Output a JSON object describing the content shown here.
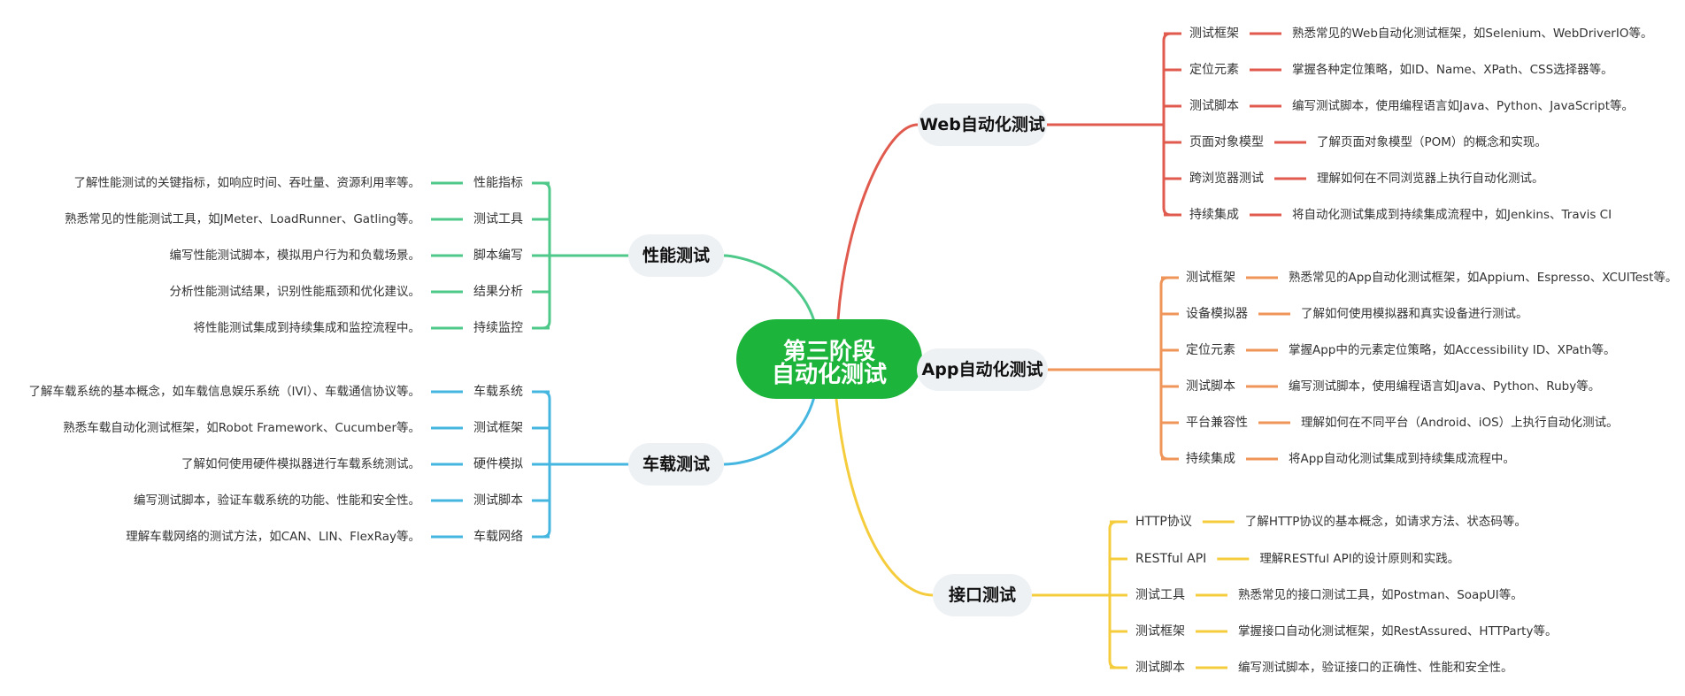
{
  "center": {
    "line1": "第三阶段",
    "line2": "自动化测试"
  },
  "colors": {
    "center_fill": "#1db43c",
    "branch_fill": "#eef1f4",
    "web": "#e05a4e",
    "app": "#f0955a",
    "api": "#f5cc3c",
    "perf": "#4ec98a",
    "vehicle": "#45b6e0"
  },
  "branches": [
    {
      "key": "web",
      "label": "Web自动化测试",
      "items": [
        {
          "label": "测试框架",
          "detail": "熟悉常见的Web自动化测试框架，如Selenium、WebDriverIO等。"
        },
        {
          "label": "定位元素",
          "detail": "掌握各种定位策略，如ID、Name、XPath、CSS选择器等。"
        },
        {
          "label": "测试脚本",
          "detail": "编写测试脚本，使用编程语言如Java、Python、JavaScript等。"
        },
        {
          "label": "页面对象模型",
          "detail": "了解页面对象模型（POM）的概念和实现。"
        },
        {
          "label": "跨浏览器测试",
          "detail": "理解如何在不同浏览器上执行自动化测试。"
        },
        {
          "label": "持续集成",
          "detail": "将自动化测试集成到持续集成流程中，如Jenkins、Travis CI"
        }
      ]
    },
    {
      "key": "app",
      "label": "App自动化测试",
      "items": [
        {
          "label": "测试框架",
          "detail": "熟悉常见的App自动化测试框架，如Appium、Espresso、XCUITest等。"
        },
        {
          "label": "设备模拟器",
          "detail": "了解如何使用模拟器和真实设备进行测试。"
        },
        {
          "label": "定位元素",
          "detail": "掌握App中的元素定位策略，如Accessibility ID、XPath等。"
        },
        {
          "label": "测试脚本",
          "detail": "编写测试脚本，使用编程语言如Java、Python、Ruby等。"
        },
        {
          "label": "平台兼容性",
          "detail": "理解如何在不同平台（Android、iOS）上执行自动化测试。"
        },
        {
          "label": "持续集成",
          "detail": "将App自动化测试集成到持续集成流程中。"
        }
      ]
    },
    {
      "key": "api",
      "label": "接口测试",
      "items": [
        {
          "label": "HTTP协议",
          "detail": "了解HTTP协议的基本概念，如请求方法、状态码等。"
        },
        {
          "label": "RESTful API",
          "detail": "理解RESTful API的设计原则和实践。"
        },
        {
          "label": "测试工具",
          "detail": "熟悉常见的接口测试工具，如Postman、SoapUI等。"
        },
        {
          "label": "测试框架",
          "detail": "掌握接口自动化测试框架，如RestAssured、HTTParty等。"
        },
        {
          "label": "测试脚本",
          "detail": "编写测试脚本，验证接口的正确性、性能和安全性。"
        }
      ]
    },
    {
      "key": "perf",
      "label": "性能测试",
      "items": [
        {
          "label": "性能指标",
          "detail": "了解性能测试的关键指标，如响应时间、吞吐量、资源利用率等。"
        },
        {
          "label": "测试工具",
          "detail": "熟悉常见的性能测试工具，如JMeter、LoadRunner、Gatling等。"
        },
        {
          "label": "脚本编写",
          "detail": "编写性能测试脚本，模拟用户行为和负载场景。"
        },
        {
          "label": "结果分析",
          "detail": "分析性能测试结果，识别性能瓶颈和优化建议。"
        },
        {
          "label": "持续监控",
          "detail": "将性能测试集成到持续集成和监控流程中。"
        }
      ]
    },
    {
      "key": "vehicle",
      "label": "车载测试",
      "items": [
        {
          "label": "车载系统",
          "detail": "了解车载系统的基本概念，如车载信息娱乐系统（IVI）、车载通信协议等。"
        },
        {
          "label": "测试框架",
          "detail": "熟悉车载自动化测试框架，如Robot Framework、Cucumber等。"
        },
        {
          "label": "硬件模拟",
          "detail": "了解如何使用硬件模拟器进行车载系统测试。"
        },
        {
          "label": "测试脚本",
          "detail": "编写测试脚本，验证车载系统的功能、性能和安全性。"
        },
        {
          "label": "车载网络",
          "detail": "理解车载网络的测试方法，如CAN、LIN、FlexRay等。"
        }
      ]
    }
  ]
}
